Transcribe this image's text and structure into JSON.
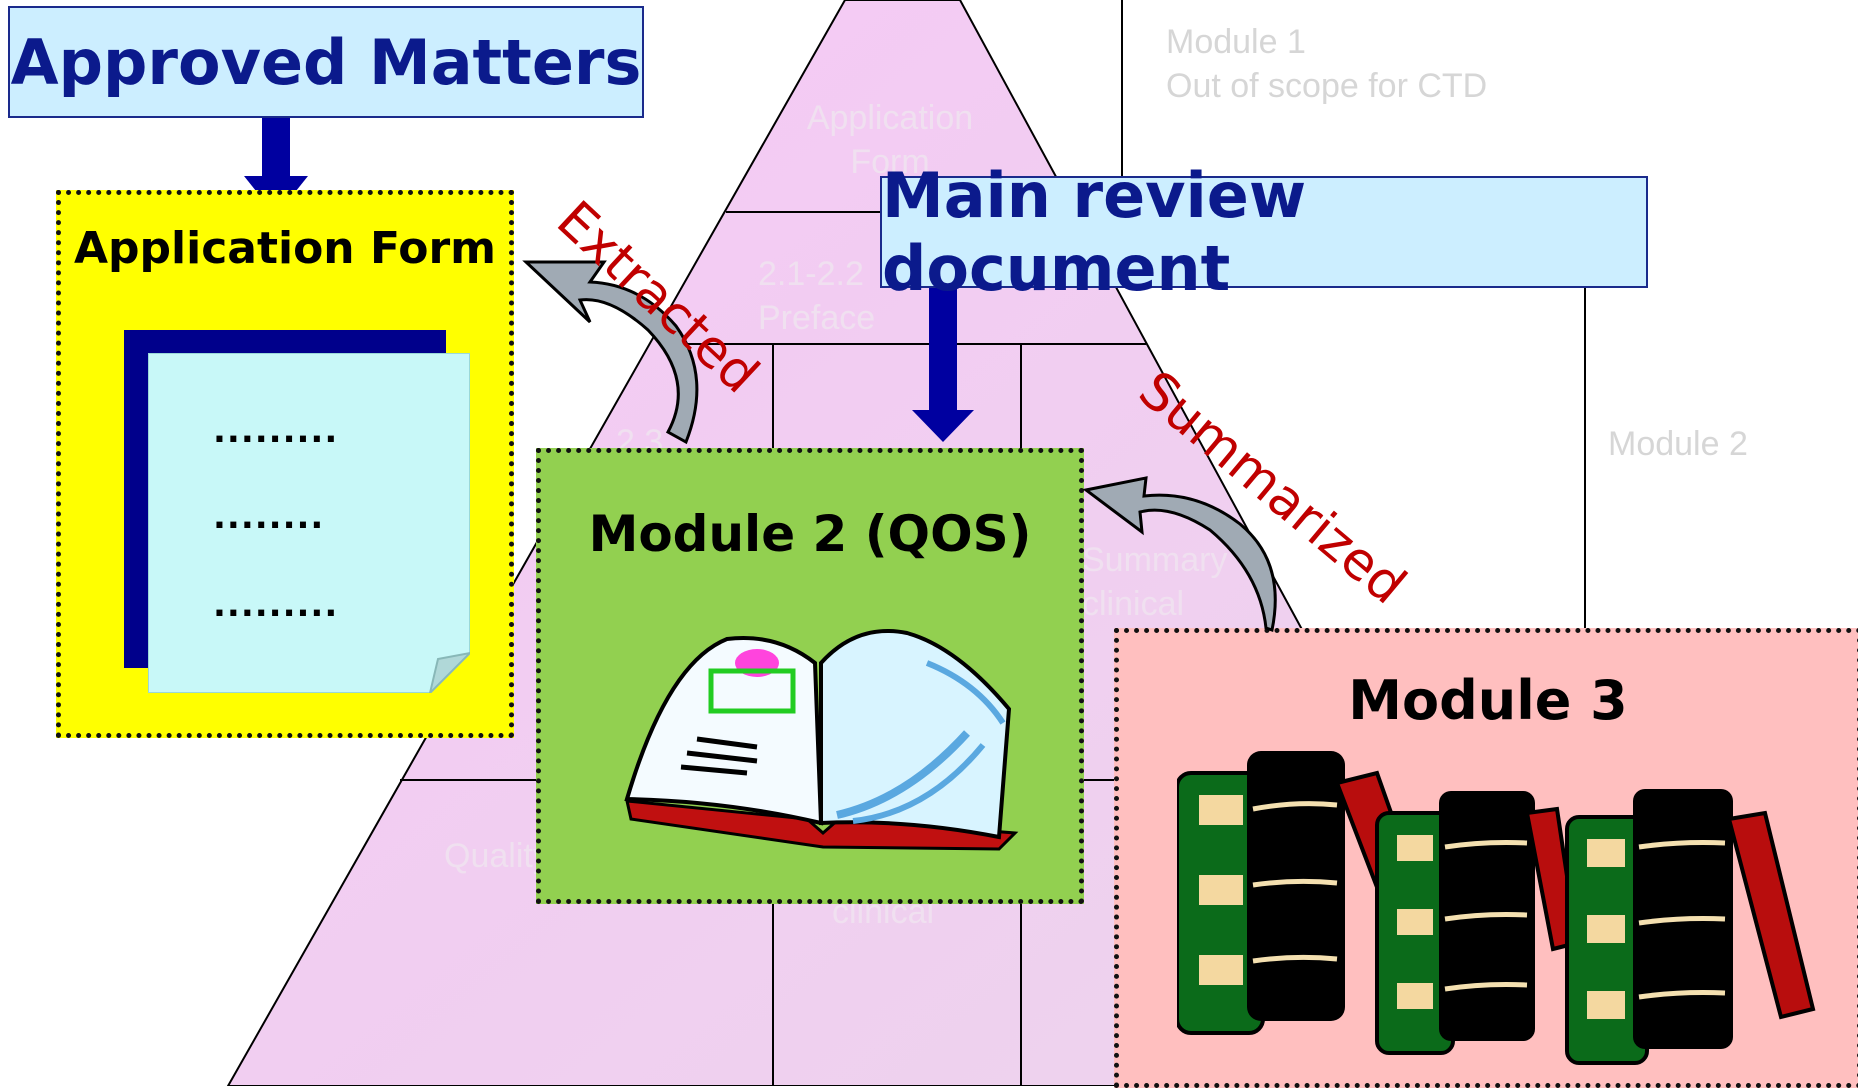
{
  "background_pyramid": {
    "module1_text": "Module 1\nOut of scope for CTD",
    "module2_text": "Module 2",
    "application_form_text": "Application\nForm",
    "preface_text": "2.1-2.2\nPreface",
    "section_23_text": "2.3",
    "summary_clinical_text": "Summary\nclinical",
    "quality_text": "Quality",
    "clinical_text": "clinical"
  },
  "labels": {
    "approved_matters": "Approved Matters",
    "main_review_document": "Main review document",
    "extracted": "Extracted",
    "summarized": "Summarized"
  },
  "panels": {
    "application_form": {
      "title": "Application Form",
      "lines": [
        ".........",
        "........",
        "........."
      ]
    },
    "module2": {
      "title": "Module 2 (QOS)"
    },
    "module3": {
      "title": "Module 3"
    }
  },
  "colors": {
    "pyramid_fill": "#f4ccf4",
    "label_fill": "#cceeff",
    "label_text": "#0b1a8c",
    "arrow_blue": "#0000a0",
    "application_panel": "#ffff00",
    "module2_panel": "#92d050",
    "module3_panel": "#ffbfbf",
    "red_text": "#c00000"
  }
}
